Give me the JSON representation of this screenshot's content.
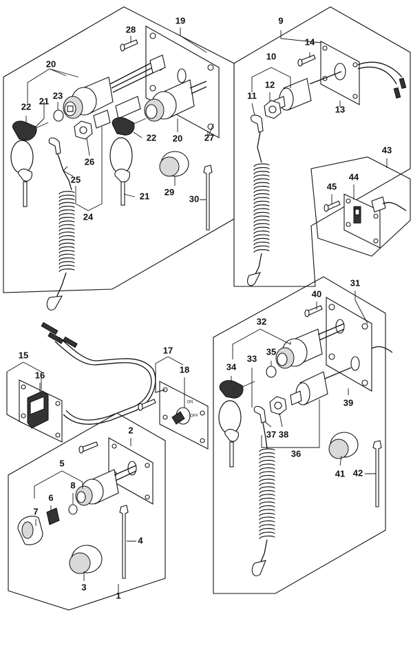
{
  "callouts": {
    "c1": "1",
    "c2": "2",
    "c3": "3",
    "c4": "4",
    "c5": "5",
    "c6": "6",
    "c7": "7",
    "c8": "8",
    "c9": "9",
    "c10": "10",
    "c11": "11",
    "c12": "12",
    "c13": "13",
    "c14": "14",
    "c15": "15",
    "c16": "16",
    "c17": "17",
    "c18": "18",
    "c19": "19",
    "c20a": "20",
    "c20b": "20",
    "c21a": "21",
    "c21b": "21",
    "c22a": "22",
    "c22b": "22",
    "c23": "23",
    "c24": "24",
    "c25": "25",
    "c26": "26",
    "c27": "27",
    "c28": "28",
    "c29": "29",
    "c30": "30",
    "c31": "31",
    "c32": "32",
    "c33": "33",
    "c34": "34",
    "c35": "35",
    "c36": "36",
    "c37": "37",
    "c38": "38",
    "c39": "39",
    "c40": "40",
    "c41": "41",
    "c42": "42",
    "c43": "43",
    "c44": "44",
    "c45": "45"
  },
  "switch_text": {
    "on": "ON",
    "off": "OFF"
  }
}
